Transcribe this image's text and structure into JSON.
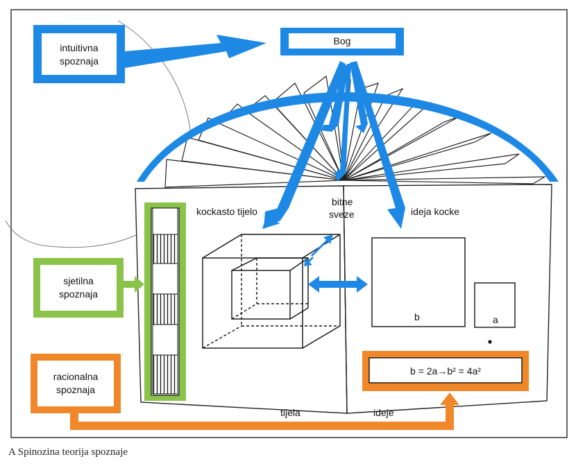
{
  "labels": {
    "intuitive": [
      "intuitivna",
      "spoznaja"
    ],
    "god": "Bog",
    "sensory": [
      "sjetilna",
      "spoznaja"
    ],
    "rational": [
      "racionalna",
      "spoznaja"
    ],
    "cube_body": "kockasto tijelo",
    "essential": [
      "bitne",
      "sveze"
    ],
    "cube_idea": "ideja kocke",
    "side_b": "b",
    "side_a": "a",
    "formula": "b = 2a→b² = 4a²",
    "bodies": "tijela",
    "ideas": "ideje"
  },
  "caption": "A Spinozina teorija spoznaje",
  "colors": {
    "blue": "#1e88e5",
    "green": "#8bc34a",
    "orange": "#f0882a",
    "frame": "#333333"
  }
}
